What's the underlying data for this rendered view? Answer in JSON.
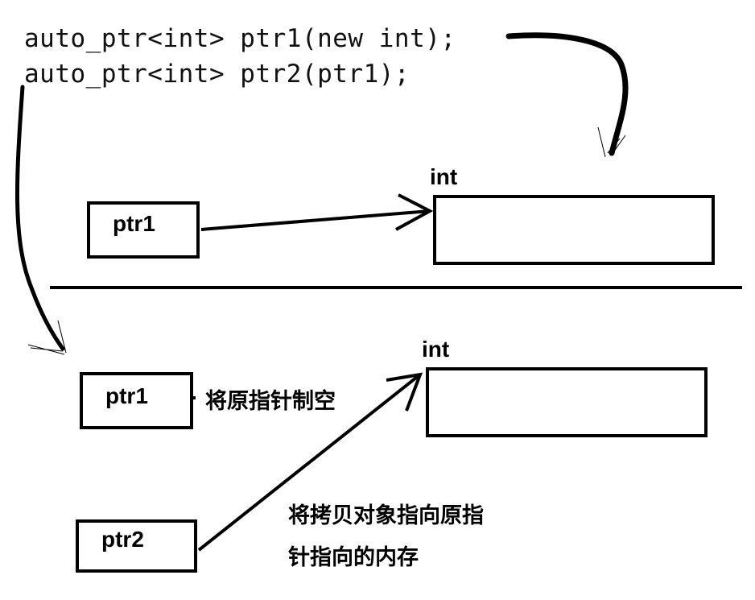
{
  "code": {
    "line1": "auto_ptr<int> ptr1(new int);",
    "line2": "auto_ptr<int> ptr2(ptr1);"
  },
  "top_section": {
    "pointer_label": "ptr1",
    "memory_label": "int"
  },
  "bottom_section": {
    "ptr1_label": "ptr1",
    "ptr2_label": "ptr2",
    "memory_label": "int",
    "note_null": "将原指针制空",
    "note_copy_line1": "将拷贝对象指向原指",
    "note_copy_line2": "针指向的内存"
  }
}
